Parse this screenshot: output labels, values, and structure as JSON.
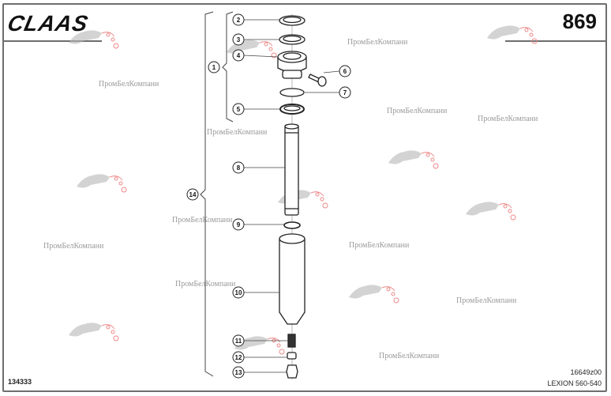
{
  "header": {
    "brand": "CLAAS",
    "page_number": "869"
  },
  "footer": {
    "image_ref": "134333",
    "drawing_code": "16649z00",
    "model": "LEXION 560-540"
  },
  "watermarks": {
    "text": "ПромБелКомпани",
    "logo_icon": "cheetah-watermark-icon"
  },
  "callouts": [
    {
      "id": "1",
      "label": "1"
    },
    {
      "id": "2",
      "label": "2"
    },
    {
      "id": "3",
      "label": "3"
    },
    {
      "id": "4",
      "label": "4"
    },
    {
      "id": "5",
      "label": "5"
    },
    {
      "id": "6",
      "label": "6"
    },
    {
      "id": "7",
      "label": "7"
    },
    {
      "id": "8",
      "label": "8"
    },
    {
      "id": "9",
      "label": "9"
    },
    {
      "id": "10",
      "label": "10"
    },
    {
      "id": "11",
      "label": "11"
    },
    {
      "id": "12",
      "label": "12"
    },
    {
      "id": "13",
      "label": "13"
    },
    {
      "id": "14",
      "label": "14"
    }
  ]
}
